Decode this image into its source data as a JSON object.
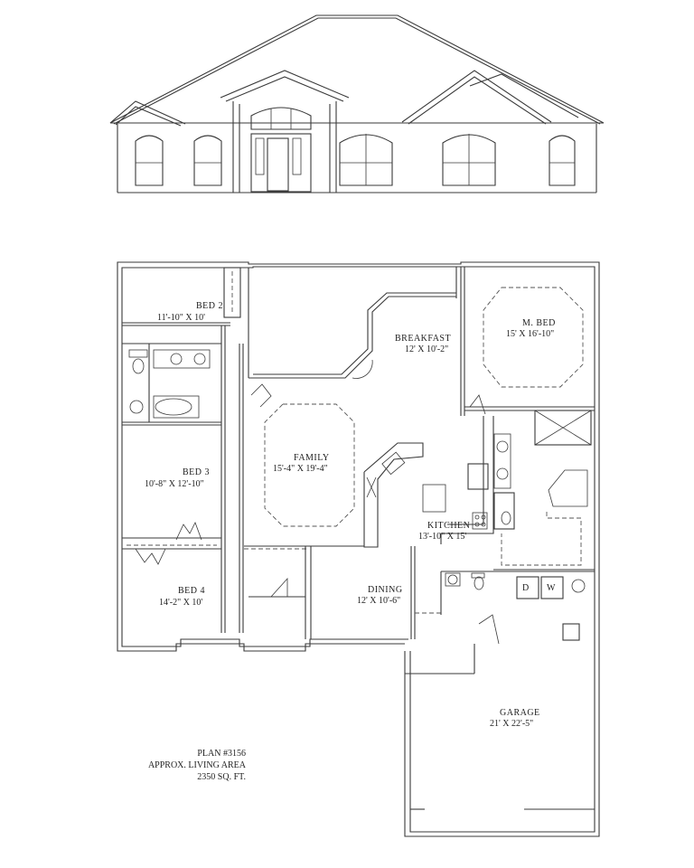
{
  "rooms": {
    "bed2": {
      "name": "BED 2",
      "size": "11'-10\" X 10'"
    },
    "bed3": {
      "name": "BED 3",
      "size": "10'-8\" X 12'-10\""
    },
    "bed4": {
      "name": "BED 4",
      "size": "14'-2\" X 10'"
    },
    "family": {
      "name": "FAMILY",
      "size": "15'-4\" X 19'-4\""
    },
    "breakfast": {
      "name": "BREAKFAST",
      "size": "12' X 10'-2\""
    },
    "master": {
      "name": "M. BED",
      "size": "15' X 16'-10\""
    },
    "kitchen": {
      "name": "KITCHEN",
      "size": "13'-10\" X 15'"
    },
    "dining": {
      "name": "DINING",
      "size": "12' X 10'-6\""
    },
    "garage": {
      "name": "GARAGE",
      "size": "21' X 22'-5\""
    }
  },
  "appliances": {
    "dryer": "D",
    "washer": "W"
  },
  "plan_info": {
    "plan_number": "PLAN #3156",
    "area_label": "APPROX. LIVING AREA",
    "area_value": "2350 SQ. FT."
  }
}
